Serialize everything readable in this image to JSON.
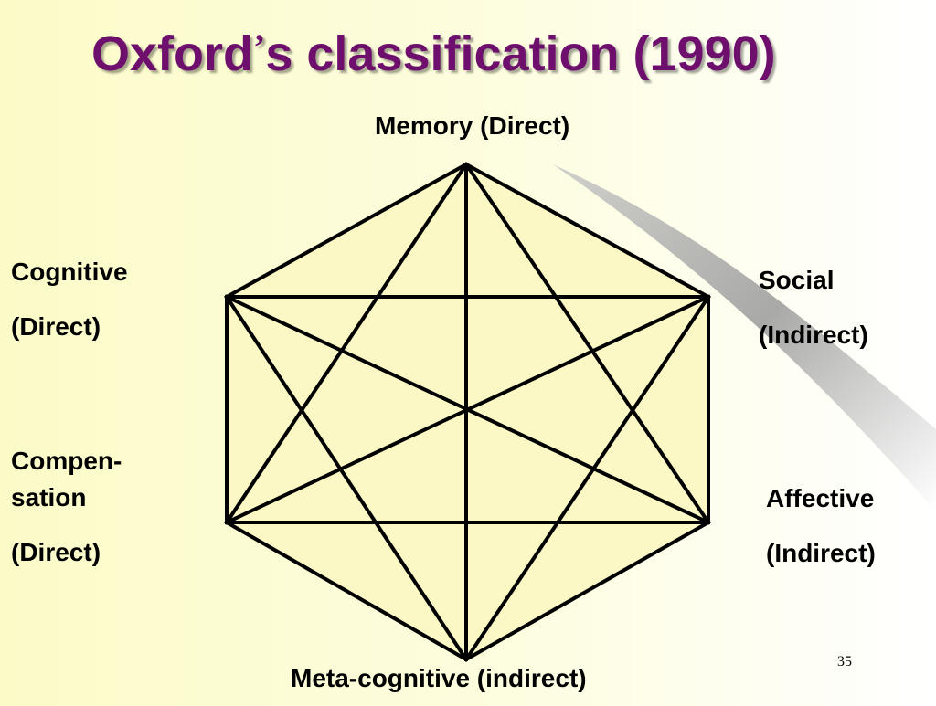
{
  "slide": {
    "title_main": "Oxford",
    "title_apostrophe": "’",
    "title_rest": "s classification (1990)",
    "slide_number": "35"
  },
  "nodes": {
    "top": "Memory (Direct)",
    "upper_left_line1": "Cognitive",
    "upper_left_line2": "(Direct)",
    "lower_left_line1": "Compen-",
    "lower_left_line2": "sation",
    "lower_left_line3": "(Direct)",
    "upper_right_line1": "Social",
    "upper_right_line2": "(Indirect)",
    "lower_right_line1": "Affective",
    "lower_right_line2": "(Indirect)",
    "bottom": "Meta-cognitive (indirect)"
  },
  "colors": {
    "title": "#6e0f6e",
    "hexagon_fill": "#fbf8c6",
    "lines": "#000000",
    "background_left": "#fbfbc8"
  }
}
